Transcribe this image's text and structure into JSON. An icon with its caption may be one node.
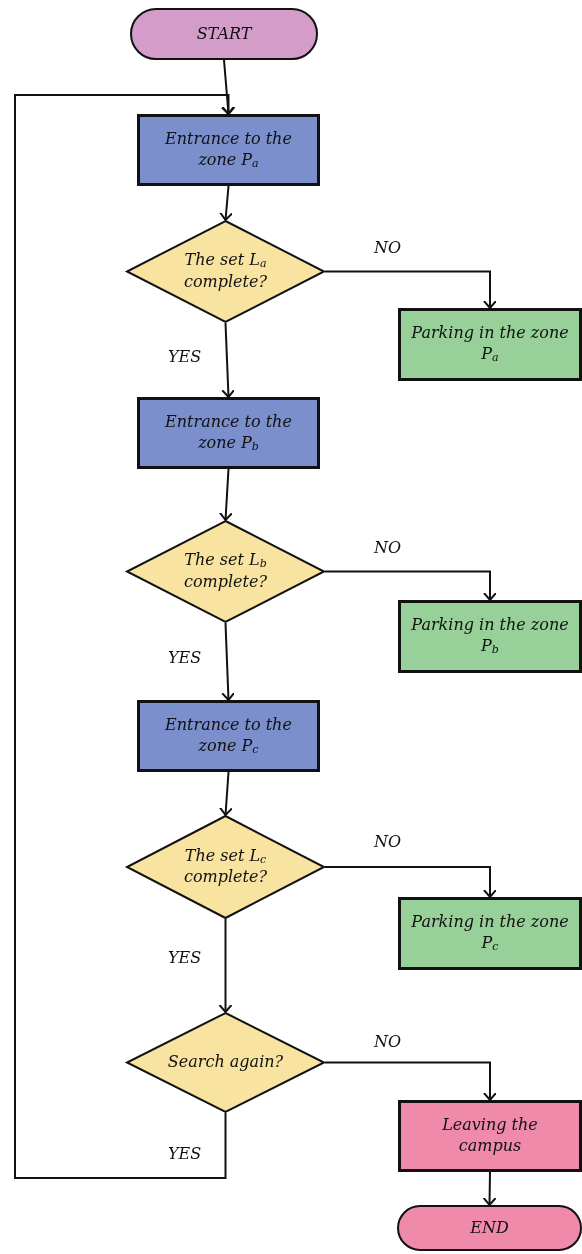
{
  "diagram": {
    "nodes": [
      {
        "text": [
          "START"
        ]
      },
      {
        "text": [
          "Entrance to the zone P$_{a}$"
        ]
      },
      {
        "text": [
          "The set L$_{a}$ complete?"
        ]
      },
      {
        "text": [
          "Parking in the zone P$_{a}$"
        ]
      },
      {
        "text": [
          "Entrance to the zone P$_{b}$"
        ]
      },
      {
        "text": [
          "The set L$_{b}$ complete?"
        ]
      },
      {
        "text": [
          "Parking in the zone P$_{b}$"
        ]
      },
      {
        "text": [
          "Entrance to the zone P$_{c}$"
        ]
      },
      {
        "text": [
          "The set L$_{c}$ complete?"
        ]
      },
      {
        "text": [
          "Parking in the zone P$_{c}$"
        ]
      },
      {
        "text": [
          "Search again?"
        ]
      },
      {
        "text": [
          "Leaving the campus"
        ]
      },
      {
        "text": [
          "END"
        ]
      }
    ],
    "edges": [
      {
        "from": 0,
        "to": 1,
        "arrow": "to"
      },
      {
        "from": 1,
        "to": 2,
        "arrow": "to"
      },
      {
        "from": 2,
        "to": 3,
        "arrow": "to",
        "label": "NO"
      },
      {
        "from": 2,
        "to": 4,
        "arrow": "to",
        "label": "YES"
      },
      {
        "from": 4,
        "to": 5,
        "arrow": "to"
      },
      {
        "from": 5,
        "to": 6,
        "arrow": "to",
        "label": "NO"
      },
      {
        "from": 5,
        "to": 7,
        "arrow": "to",
        "label": "YES"
      },
      {
        "from": 7,
        "to": 8,
        "arrow": "to"
      },
      {
        "from": 8,
        "to": 9,
        "arrow": "to",
        "label": "NO"
      },
      {
        "from": 8,
        "to": 10,
        "arrow": "to",
        "label": "YES"
      },
      {
        "from": 10,
        "to": 11,
        "arrow": "to",
        "label": "NO"
      },
      {
        "from": 10,
        "to": 1,
        "arrow": "to",
        "label": "YES"
      },
      {
        "from": 11,
        "to": 12,
        "arrow": "to"
      }
    ]
  }
}
